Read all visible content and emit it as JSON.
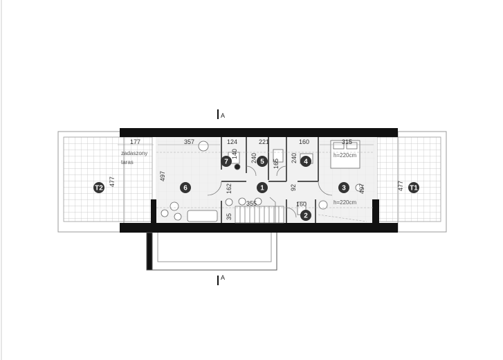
{
  "plan": {
    "section_marks": [
      "A",
      "A"
    ],
    "terraces": [
      {
        "id": "T2",
        "label": "T2"
      },
      {
        "id": "T1",
        "label": "T1"
      }
    ],
    "terrace_note_line1": "zadaszony",
    "terrace_note_line2": "taras",
    "rooms": [
      {
        "id": "r1",
        "label": "1"
      },
      {
        "id": "r2",
        "label": "2"
      },
      {
        "id": "r3",
        "label": "3"
      },
      {
        "id": "r4",
        "label": "4"
      },
      {
        "id": "r5",
        "label": "5"
      },
      {
        "id": "r6",
        "label": "6"
      },
      {
        "id": "r7",
        "label": "7"
      }
    ],
    "heights": [
      "h=220cm",
      "h=220cm"
    ],
    "dimensions": {
      "d177": "177",
      "d357": "357",
      "d124": "124",
      "d221": "221",
      "d160a": "160",
      "d315": "315",
      "d477a": "477",
      "d497a": "497",
      "d497b": "497",
      "d477b": "477",
      "d140": "140",
      "d240a": "240",
      "d165": "165",
      "d240b": "240",
      "d162": "162",
      "d355": "355",
      "d92": "92",
      "d160b": "160",
      "d35": "35"
    },
    "colors": {
      "wall": "#111111",
      "marker": "#333333",
      "tile_line": "#bdbdbd",
      "floor": "#eeeeee"
    }
  }
}
